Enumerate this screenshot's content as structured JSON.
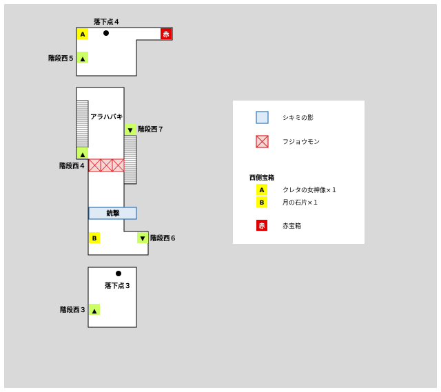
{
  "labels": {
    "drop4": "落下点４",
    "drop3": "落下点３",
    "stair_w5": "階段西５",
    "stair_w4": "階段西４",
    "stair_w7": "階段西７",
    "stair_w6": "階段西６",
    "stair_w3": "階段西３",
    "arahabaki": "アラハバキ",
    "shuugeki": "銃撃"
  },
  "markers": {
    "chest_a": "A",
    "chest_b": "B",
    "chest_red": "赤",
    "up": "▲",
    "down": "▼"
  },
  "legend": {
    "shikimi": "シキミの影",
    "fujoumon": "フジョウモン",
    "chest_header": "西側宝箱",
    "a_key": "A",
    "a_label": "クレタの女神像×１",
    "b_key": "B",
    "b_label": "月の石片×１",
    "red_key": "赤",
    "red_label": "赤宝箱"
  },
  "colors": {
    "background": "#d9d9d9",
    "chest_yellow": "#ffff00",
    "stair_green": "#ccff66",
    "chest_red": "#e00000",
    "shikimi_fill": "#deeaf5",
    "shikimi_stroke": "#2e75b6",
    "fujoumon_fill": "#f9d6d6",
    "fujoumon_stroke": "#e02020"
  }
}
